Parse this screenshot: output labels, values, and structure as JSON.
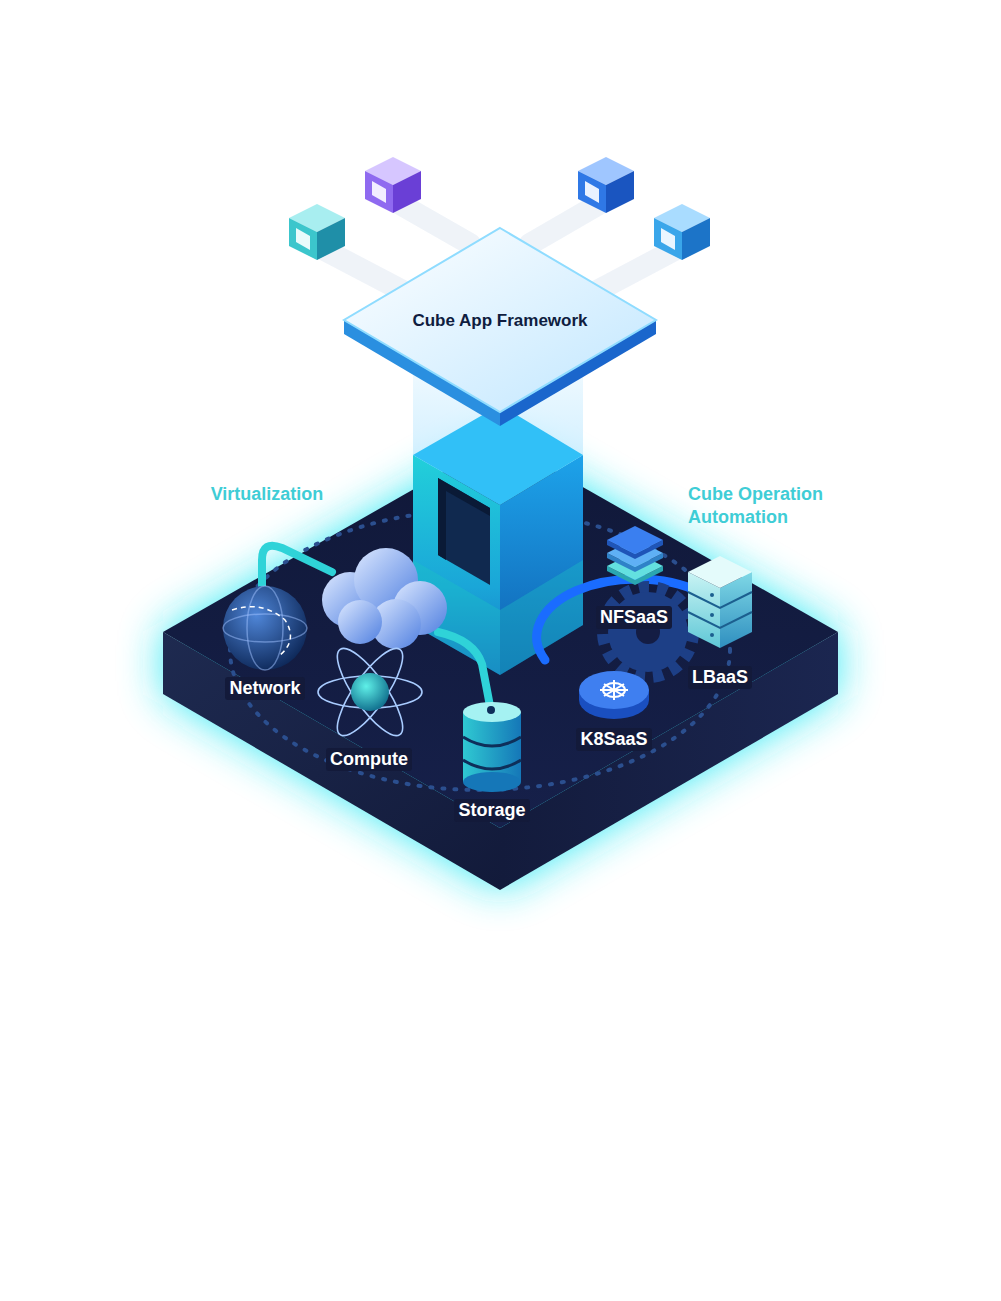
{
  "diagram": {
    "nodes": [
      {
        "text": [
          "Cube App Framework"
        ]
      }
    ],
    "labels": [
      "Virtualization",
      "Cube Operation Automation",
      "Network",
      "Compute",
      "Storage",
      "NFSaaS",
      "LBaaS",
      "K8SaaS"
    ]
  }
}
